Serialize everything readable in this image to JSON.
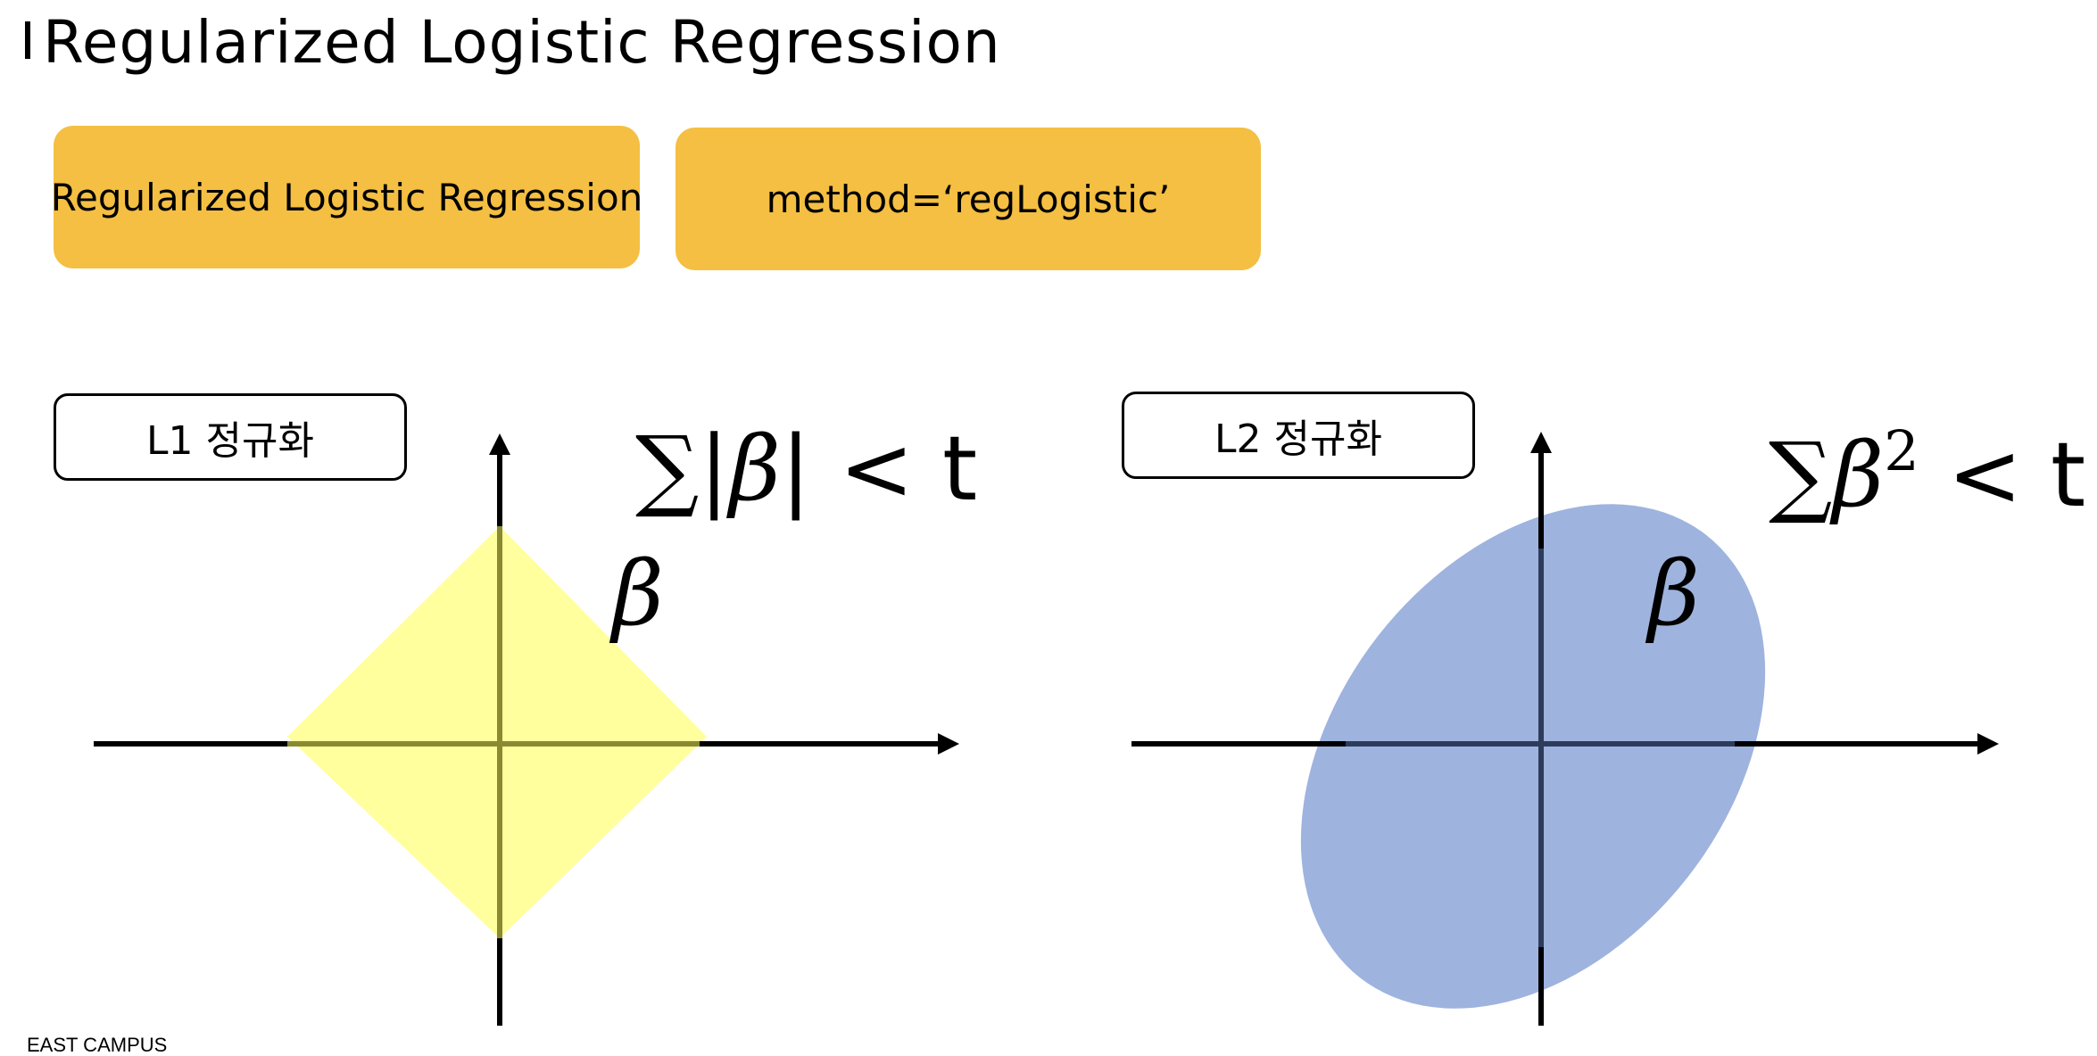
{
  "slide": {
    "title": "Regularized Logistic Regression",
    "footer": "EAST CAMPUS"
  },
  "tags": {
    "model_name": "Regularized Logistic Regression",
    "method": "method=‘regLogistic’"
  },
  "l1": {
    "label": "L1 정규화",
    "constraint_sum": "∑|",
    "constraint_beta": "β",
    "constraint_tail": "| < t",
    "beta_symbol": "β",
    "fill_color": "#FFFF9E",
    "overlap_color": "#8A8A33"
  },
  "l2": {
    "label": "L2 정규화",
    "constraint_sum": "∑",
    "constraint_beta": "β",
    "constraint_exp": "2",
    "constraint_tail": " < t",
    "beta_symbol": "β",
    "fill_color": "#9EB3DE",
    "overlap_color": "#2E3C5C"
  },
  "colors": {
    "accent": "#F4BF42",
    "axis": "#000000"
  }
}
